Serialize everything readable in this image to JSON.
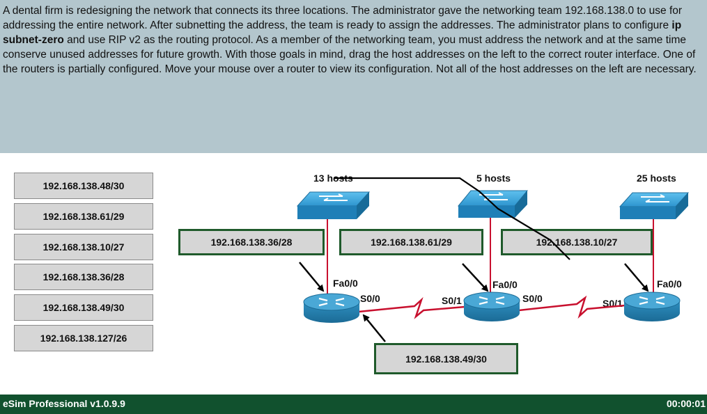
{
  "instructions": {
    "part1": "A dental firm is redesigning the network that connects its three locations. The administrator gave the networking team 192.168.138.0 to use for addressing the entire network. After subnetting the address, the team is ready to assign the addresses. The administrator plans to configure ",
    "bold": "ip subnet-zero",
    "part2": " and use RIP v2 as the routing protocol. As a member of the networking team, you must address the network and at the same time conserve unused addresses for future growth. With those goals in mind, drag the host addresses on the left to the correct router interface. One of the routers is partially configured. Move your mouse over a router to view its configuration. Not all of the host addresses on the left are necessary."
  },
  "address_list": [
    "192.168.138.48/30",
    "192.168.138.61/29",
    "192.168.138.10/27",
    "192.168.138.36/28",
    "192.168.138.49/30",
    "192.168.138.127/26"
  ],
  "targets": {
    "left_lan": "192.168.138.36/28",
    "middle_lan": "192.168.138.61/29",
    "right_lan": "192.168.138.10/27",
    "serial_link": "192.168.138.49/30"
  },
  "hosts": {
    "left": "13 hosts",
    "middle": "5 hosts",
    "right": "25 hosts"
  },
  "interfaces": {
    "left_fa": "Fa0/0",
    "left_s": "S0/0",
    "mid_s_left": "S0/1",
    "mid_fa": "Fa0/0",
    "mid_s_right": "S0/0",
    "right_s": "S0/1",
    "right_fa": "Fa0/0"
  },
  "colors": {
    "lan_link": "#c8102e",
    "router_blue": "#2a85b5",
    "switch_blue": "#3aa0d8",
    "target_border": "#1f5a2b",
    "footer_bg": "#11512e"
  },
  "footer": {
    "product": "eSim Professional v1.0.9.9",
    "timer": "00:00:01"
  }
}
